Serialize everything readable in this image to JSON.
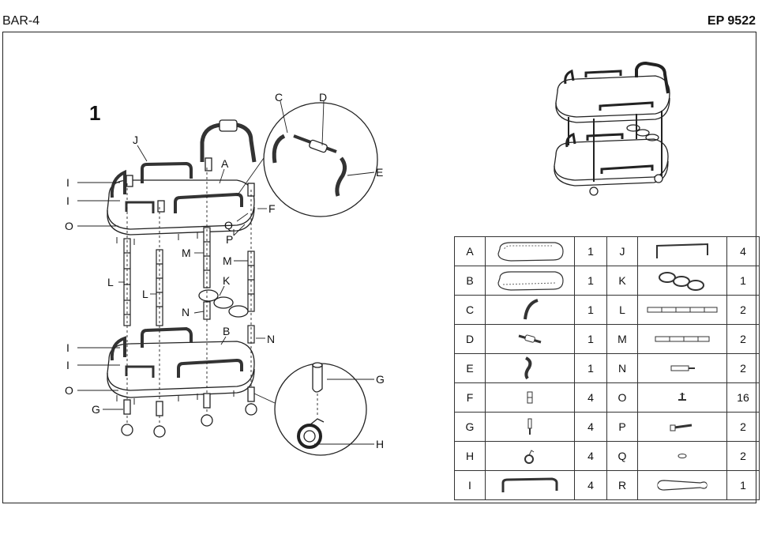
{
  "header": {
    "model": "BAR-4",
    "code": "EP 9522"
  },
  "step": "1",
  "callouts": {
    "A": "A",
    "B": "B",
    "C": "C",
    "D": "D",
    "E": "E",
    "F": "F",
    "G": "G",
    "H": "H",
    "I": "I",
    "J": "J",
    "K": "K",
    "L": "L",
    "M": "M",
    "N": "N",
    "O": "O",
    "P": "P",
    "Q": "Q"
  },
  "parts": [
    {
      "left": {
        "letter": "A",
        "qty": "1",
        "icon": "top-tray-icon"
      },
      "right": {
        "letter": "J",
        "qty": "4",
        "icon": "rail-bracket-icon"
      }
    },
    {
      "left": {
        "letter": "B",
        "qty": "1",
        "icon": "bottom-tray-icon"
      },
      "right": {
        "letter": "K",
        "qty": "1",
        "icon": "bottle-holder-icon"
      }
    },
    {
      "left": {
        "letter": "C",
        "qty": "1",
        "icon": "handle-curve-icon"
      },
      "right": {
        "letter": "L",
        "qty": "2",
        "icon": "long-tube-icon"
      }
    },
    {
      "left": {
        "letter": "D",
        "qty": "1",
        "icon": "handle-grip-icon"
      },
      "right": {
        "letter": "M",
        "qty": "2",
        "icon": "medium-tube-icon"
      }
    },
    {
      "left": {
        "letter": "E",
        "qty": "1",
        "icon": "handle-hook-icon"
      },
      "right": {
        "letter": "N",
        "qty": "2",
        "icon": "short-tube-icon"
      }
    },
    {
      "left": {
        "letter": "F",
        "qty": "4",
        "icon": "connector-icon"
      },
      "right": {
        "letter": "O",
        "qty": "16",
        "icon": "screw-icon"
      }
    },
    {
      "left": {
        "letter": "G",
        "qty": "4",
        "icon": "caster-stem-icon"
      },
      "right": {
        "letter": "P",
        "qty": "2",
        "icon": "bolt-icon"
      }
    },
    {
      "left": {
        "letter": "H",
        "qty": "4",
        "icon": "caster-wheel-icon"
      },
      "right": {
        "letter": "Q",
        "qty": "2",
        "icon": "washer-icon"
      }
    },
    {
      "left": {
        "letter": "I",
        "qty": "4",
        "icon": "side-rail-icon"
      },
      "right": {
        "letter": "R",
        "qty": "1",
        "icon": "wrench-icon"
      }
    }
  ]
}
